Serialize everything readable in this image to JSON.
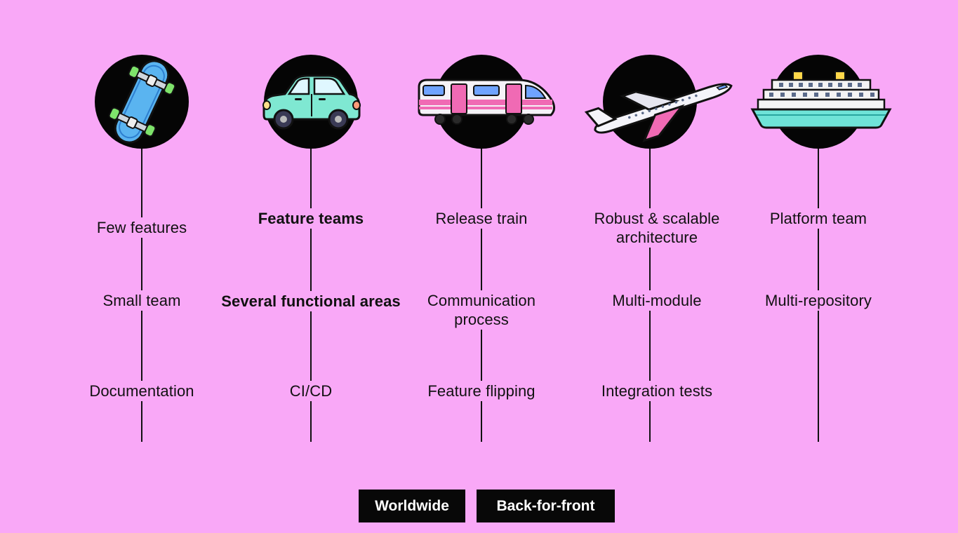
{
  "columns": [
    {
      "id": "skateboard",
      "icon": "skateboard-icon",
      "items": [
        {
          "text": "Few features",
          "bold": false
        },
        {
          "text": "Small team",
          "bold": false
        },
        {
          "text": "Documentation",
          "bold": false
        }
      ]
    },
    {
      "id": "car",
      "icon": "car-icon",
      "items": [
        {
          "text": "Feature teams",
          "bold": true
        },
        {
          "text": "Several functional areas",
          "bold": true
        },
        {
          "text": "CI/CD",
          "bold": false
        }
      ]
    },
    {
      "id": "train",
      "icon": "train-icon",
      "items": [
        {
          "text": "Release train",
          "bold": false
        },
        {
          "text": "Communication process",
          "bold": false
        },
        {
          "text": "Feature flipping",
          "bold": false
        }
      ]
    },
    {
      "id": "airplane",
      "icon": "airplane-icon",
      "items": [
        {
          "text": "Robust & scalable architecture",
          "bold": false
        },
        {
          "text": "Multi-module",
          "bold": false
        },
        {
          "text": "Integration tests",
          "bold": false
        }
      ]
    },
    {
      "id": "cruise-ship",
      "icon": "cruise-ship-icon",
      "items": [
        {
          "text": "Platform team",
          "bold": false
        },
        {
          "text": "Multi-repository",
          "bold": false
        }
      ]
    }
  ],
  "badges": [
    {
      "text": "Worldwide"
    },
    {
      "text": "Back-for-front"
    }
  ],
  "colors": {
    "background": "#f9a8f7",
    "circle": "#050505",
    "badge": "#080808",
    "badge_text": "#ffffff"
  }
}
